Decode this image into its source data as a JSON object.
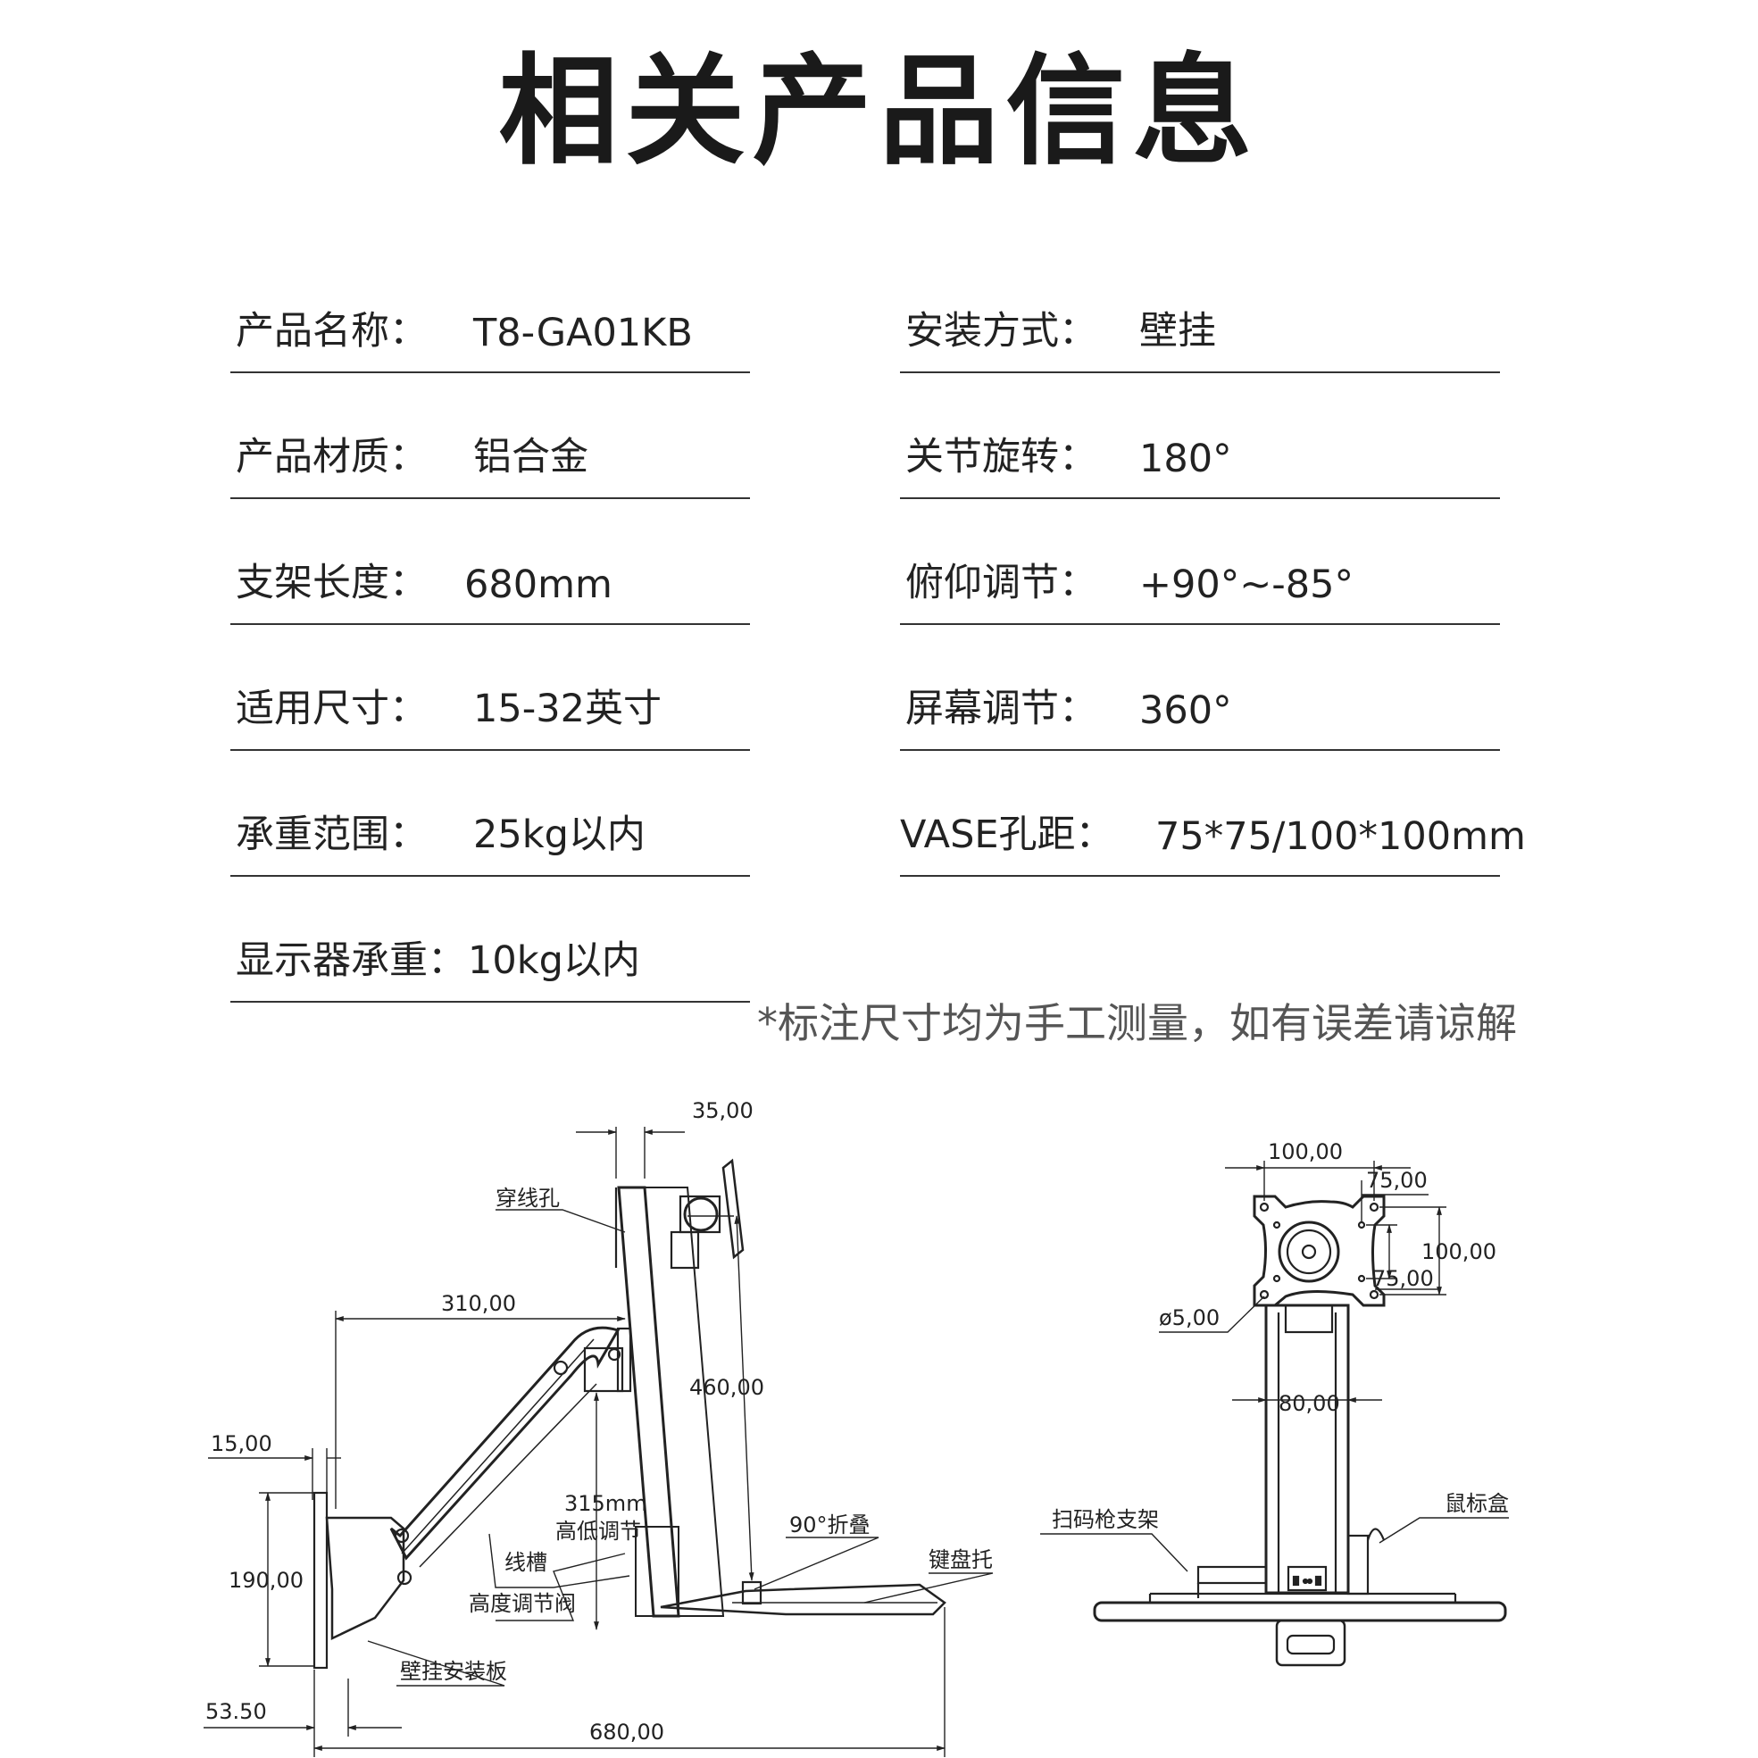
{
  "title": "相关产品信息",
  "specs": {
    "left": [
      {
        "label": "产品名称：",
        "value": "T8-GA01KB"
      },
      {
        "label": "产品材质：",
        "value": "铝合金"
      },
      {
        "label": "支架长度：",
        "value": "680mm"
      },
      {
        "label": "适用尺寸：",
        "value": "15-32英寸"
      },
      {
        "label": "承重范围：",
        "value": "25kg以内"
      },
      {
        "label": "显示器承重：",
        "value": "10kg以内"
      }
    ],
    "right": [
      {
        "label": "安装方式：",
        "value": "壁挂"
      },
      {
        "label": "关节旋转：",
        "value": "180°"
      },
      {
        "label": "俯仰调节：",
        "value": "+90°~-85°"
      },
      {
        "label": "屏幕调节：",
        "value": "360°"
      },
      {
        "label": "VASE孔距：",
        "value": "75*75/100*100mm"
      }
    ]
  },
  "note": "*标注尺寸均为手工测量，如有误差请谅解",
  "side_view": {
    "dims": {
      "top_width": "35,00",
      "arm_reach": "310,00",
      "pole_height": "460,00",
      "plate_thickness": "15,00",
      "plate_height": "190,00",
      "base_offset": "53.50",
      "total_length": "680,00"
    },
    "labels": {
      "cable_hole": "穿线孔",
      "height_range": "315mm",
      "height_adjust": "高低调节",
      "cable_slot": "线槽",
      "height_valve": "高度调节阀",
      "wall_plate": "壁挂安装板",
      "fold": "90°折叠",
      "keyboard_tray": "键盘托"
    }
  },
  "front_view": {
    "dims": {
      "vesa_100_w": "100,00",
      "vesa_75_w": "75,00",
      "vesa_100_h": "100,00",
      "vesa_75_h": "75,00",
      "hole_dia": "ø5,00",
      "pole_width": "80,00"
    },
    "labels": {
      "scanner_holder": "扫码枪支架",
      "mouse_box": "鼠标盒"
    }
  }
}
